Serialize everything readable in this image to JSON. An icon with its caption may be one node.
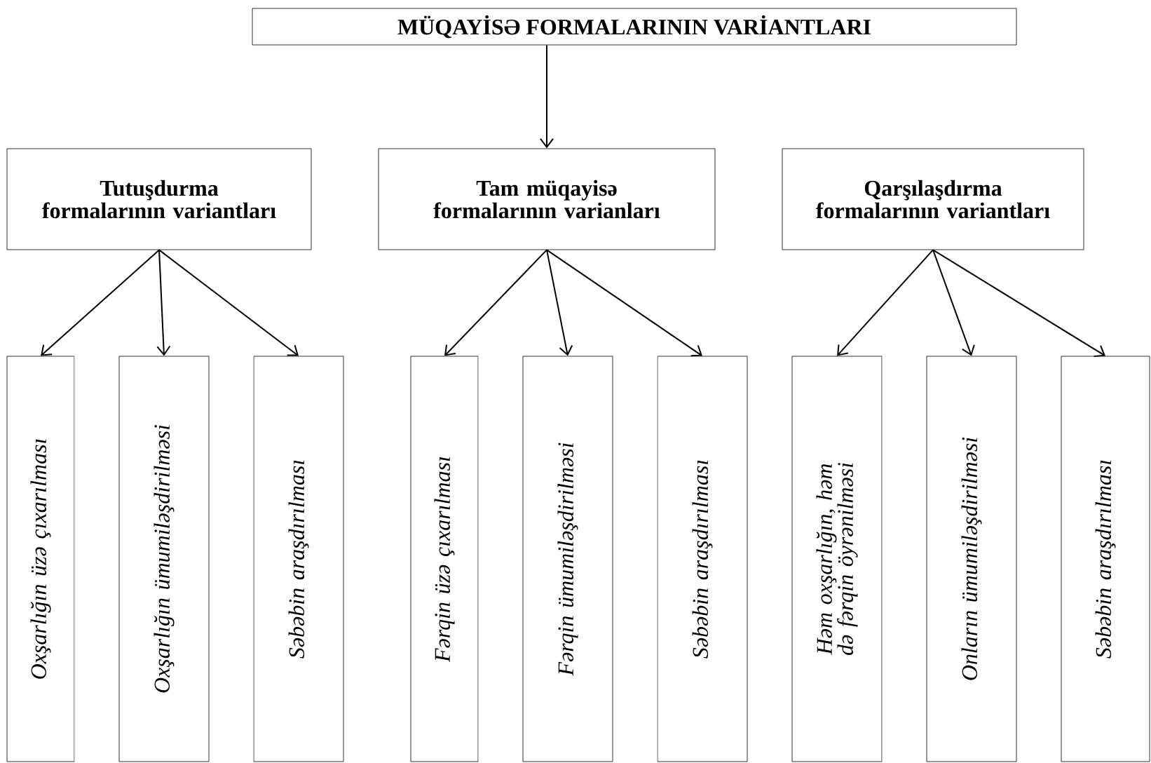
{
  "diagram": {
    "nodes": [
      {
        "text": [
          "MÜQAYİSƏ FORMALARININ VARİANTLARI"
        ]
      },
      {
        "text": [
          "Tutuşdurma formalarının variantları"
        ]
      },
      {
        "text": [
          "Tam müqayisə formalarının varianları"
        ]
      },
      {
        "text": [
          "Qarşılaşdırma formalarının variantları"
        ]
      },
      {
        "text": [
          "Oxşarlığın üzə çıxarılması"
        ]
      },
      {
        "text": [
          "Oxşarlığın ümumiləşdirilməsi"
        ]
      },
      {
        "text": [
          "Səbəbin araşdırılması"
        ]
      },
      {
        "text": [
          "Fərqin üzə çıxarılması"
        ]
      },
      {
        "text": [
          "Fərqin ümumiləşdirilməsi"
        ]
      },
      {
        "text": [
          "Səbəbin araşdırılması"
        ]
      },
      {
        "text": [
          "Həm oxşarlığın, həm də fərqin öyrənilməsi"
        ]
      },
      {
        "text": [
          "Onların ümumiləşdirilməsi"
        ]
      },
      {
        "text": [
          "Səbəbin araşdırılması"
        ]
      }
    ],
    "edges": [
      {
        "from": 0,
        "to": 2,
        "arrow": "to"
      },
      {
        "from": 1,
        "to": 4,
        "arrow": "to"
      },
      {
        "from": 1,
        "to": 5,
        "arrow": "to"
      },
      {
        "from": 1,
        "to": 6,
        "arrow": "to"
      },
      {
        "from": 2,
        "to": 7,
        "arrow": "to"
      },
      {
        "from": 2,
        "to": 8,
        "arrow": "to"
      },
      {
        "from": 2,
        "to": 9,
        "arrow": "to"
      },
      {
        "from": 3,
        "to": 10,
        "arrow": "to"
      },
      {
        "from": 3,
        "to": 11,
        "arrow": "to"
      },
      {
        "from": 3,
        "to": 12,
        "arrow": "to"
      }
    ]
  }
}
